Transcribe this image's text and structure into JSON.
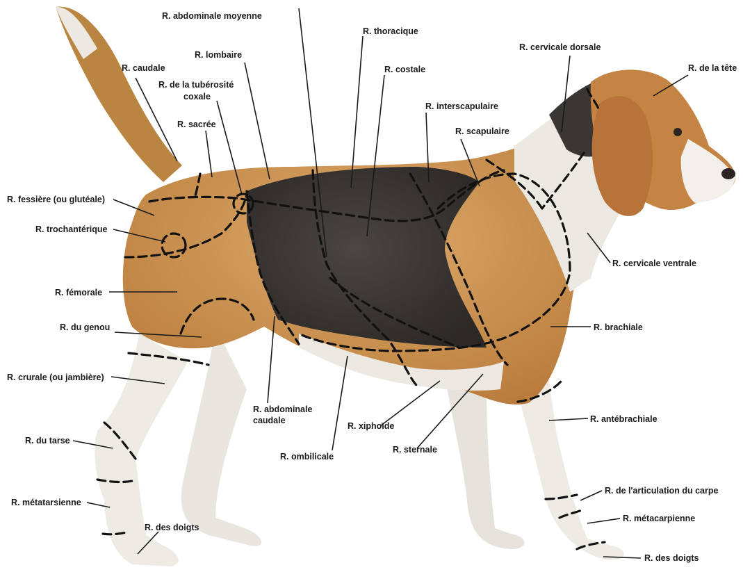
{
  "labels": {
    "abdominale_moyenne": "R. abdominale moyenne",
    "thoracique": "R. thoracique",
    "caudale": "R. caudale",
    "lombaire": "R. lombaire",
    "costale": "R. costale",
    "cervicale_dorsale": "R. cervicale dorsale",
    "tete": "R. de la tête",
    "tuberosite_line1": "R. de la tubérosité",
    "tuberosite_line2": "coxale",
    "interscapulaire": "R. interscapulaire",
    "sacree": "R. sacrée",
    "scapulaire": "R. scapulaire",
    "fessiere": "R. fessière (ou glutéale)",
    "trochanterique": "R. trochantérique",
    "cervicale_ventrale": "R. cervicale ventrale",
    "femorale": "R. fémorale",
    "genou": "R. du genou",
    "brachiale": "R. brachiale",
    "crurale": "R. crurale (ou jambière)",
    "abdominale_caudale_line1": "R. abdominale",
    "abdominale_caudale_line2": "caudale",
    "xiphoide": "R. xiphoïde",
    "antebrachiale": "R. antébrachiale",
    "tarse": "R. du tarse",
    "sternale": "R. sternale",
    "ombilicale": "R. ombilicale",
    "articulation_carpe": "R. de l'articulation du carpe",
    "metatarsienne": "R. métatarsienne",
    "metacarpienne": "R. métacarpienne",
    "doigts_posterieur": "R. des doigts",
    "doigts_anterieur": "R. des doigts"
  },
  "colors": {
    "tan": "#c98a45",
    "tan_light": "#dba866",
    "black_coat": "#3a3634",
    "white_coat": "#f1eeea",
    "nose": "#2a2523"
  }
}
